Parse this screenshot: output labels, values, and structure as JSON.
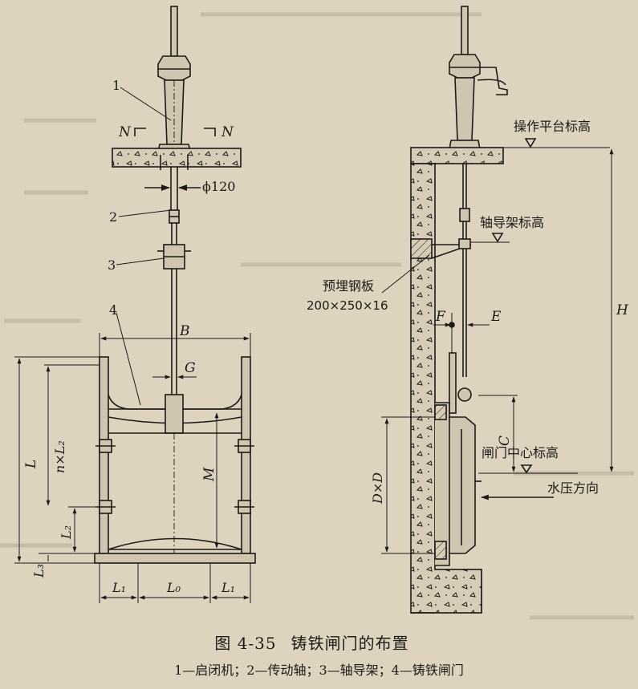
{
  "figure": {
    "number": "图 4-35",
    "title": "铸铁闸门的布置",
    "legend": "1—启闭机；2—传动轴；3—轴导架；4—铸铁闸门"
  },
  "front_view": {
    "callouts": [
      "1",
      "2",
      "3",
      "4"
    ],
    "section_mark": "N",
    "shaft_diameter": "ϕ120",
    "dimensions": {
      "B": "B",
      "G": "G",
      "L": "L",
      "n_L2": "n×L₂",
      "M": "M",
      "L2": "L₂",
      "L3": "L₃",
      "L1": "L₁",
      "L0": "L₀"
    }
  },
  "side_view": {
    "platform_elevation": "操作平台标高",
    "guide_elevation": "轴导架标高",
    "embedded_plate": "预埋钢板",
    "embedded_plate_size": "200×250×16",
    "gate_center_elevation": "闸门中心标高",
    "water_pressure": "水压方向",
    "dimensions": {
      "F": "F",
      "E": "E",
      "H": "H",
      "C": "C",
      "DxD": "D×D"
    }
  },
  "colors": {
    "background": "#ddd3bf",
    "ink": "#1e1a16",
    "ghost": "#b9ae99"
  }
}
